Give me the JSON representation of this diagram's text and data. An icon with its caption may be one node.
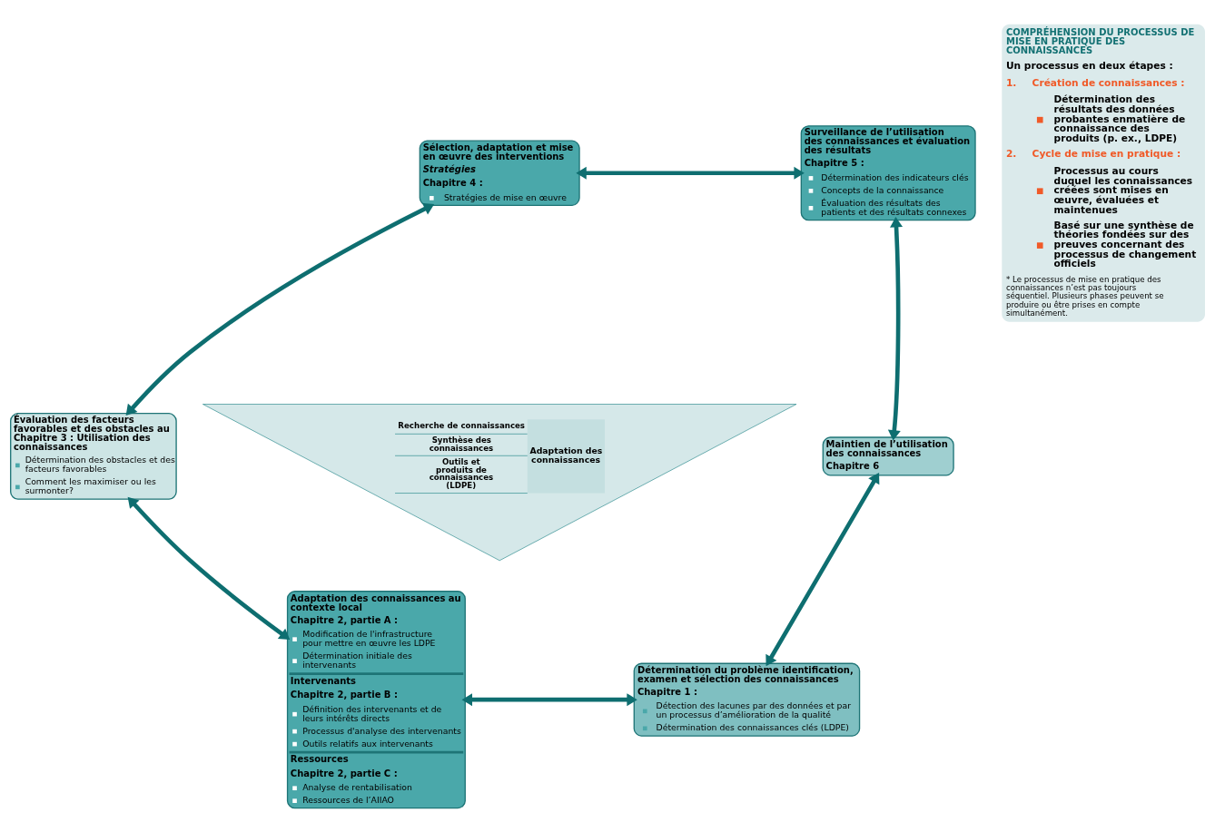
{
  "diagram": {
    "nodes": [
      {
        "text": [
          "Sélection, adaptation et mise en œuvre des interventions",
          "Stratégies",
          "Chapitre 4 :",
          "Stratégies de mise en œuvre"
        ]
      },
      {
        "text": [
          "Surveillance de l’utilisation des connaissances et évaluation des résultats",
          "Chapitre 5 :",
          "Détermination des indicateurs clés",
          "Concepts de la connaissance",
          "Évaluation des résultats des patients et des résultats connexes"
        ]
      },
      {
        "text": [
          "Évaluation des facteurs favorables et des obstacles au Chapitre 3 : Utilisation des connaissances",
          "Détermination des obstacles et des facteurs favorables",
          "Comment les maximiser ou les surmonter?"
        ]
      },
      {
        "text": [
          "Maintien de l’utilisation des connaissances",
          "Chapitre 6"
        ]
      },
      {
        "text": [
          "Adaptation des connaissances au contexte local",
          "Chapitre 2, partie A :",
          "Modification de l'infrastructure pour mettre en œuvre les LDPE",
          "Détermination initiale des intervenants",
          "Intervenants",
          "Chapitre 2, partie B :",
          "Définition des intervenants et de leurs intérêts directs",
          "Processus d'analyse des intervenants",
          "Outils relatifs aux intervenants",
          "Ressources",
          "Chapitre 2, partie C :",
          "Analyse de rentabilisation",
          "Ressources de l’AIIAO"
        ]
      },
      {
        "text": [
          "Détermination du problème identification, examen et sélection des connaissances",
          "Chapitre 1 :",
          "Détection des lacunes par des données et par un processus d’amélioration de la qualité",
          "Détermination des connaissances clés (LDPE)"
        ]
      },
      {
        "text": [
          "Recherche de connaissances",
          "Synthèse des connaissances",
          "Outils et produits de connaissances (LDPE)",
          "Adaptation des connaissances"
        ]
      },
      {
        "text": [
          "COMPRÉHENSION DU PROCESSUS DE MISE EN PRATIQUE DES CONNAISSANCES",
          "Un processus en deux étapes :",
          "1.",
          "Création de connaissances :",
          "Détermination des résultats des données probantes enmatière de connaissance des produits (p. ex., LDPE)",
          "2.",
          "Cycle de mise en pratique :",
          "Processus au cours duquel les connaissances créées sont mises en œuvre, évaluées et maintenues",
          "Basé sur une synthèse de théories fondées sur des preuves concernant des processus de changement officiels",
          "* Le processus de mise en pratique des connaissances n’est pas toujours séquentiel. Plusieurs phases peuvent se produire ou être prises en compte simultanément."
        ]
      }
    ],
    "edges": [
      {
        "from": 0,
        "to": 1,
        "arrow": "both"
      },
      {
        "from": 0,
        "to": 2,
        "arrow": "both"
      },
      {
        "from": 2,
        "to": 4,
        "arrow": "both"
      },
      {
        "from": 4,
        "to": 5,
        "arrow": "both"
      },
      {
        "from": 5,
        "to": 3,
        "arrow": "both"
      },
      {
        "from": 3,
        "to": 1,
        "arrow": "both"
      }
    ]
  }
}
